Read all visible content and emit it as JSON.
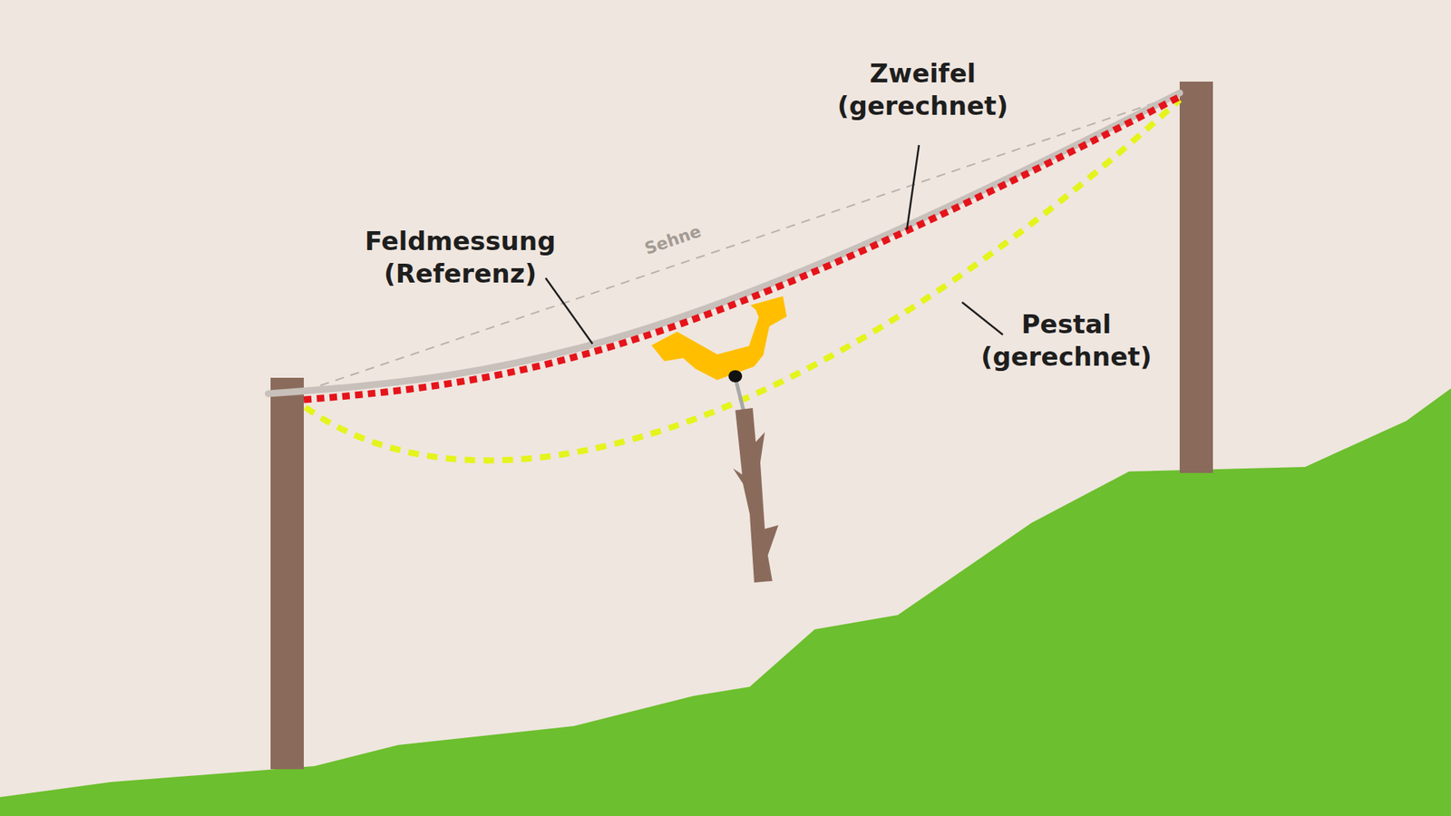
{
  "diagram": {
    "labels": [
      "Zweifel (gerechnet)",
      "Sehne",
      "Feldmessung (Referenz)",
      "Pestal (gerechnet)"
    ]
  }
}
